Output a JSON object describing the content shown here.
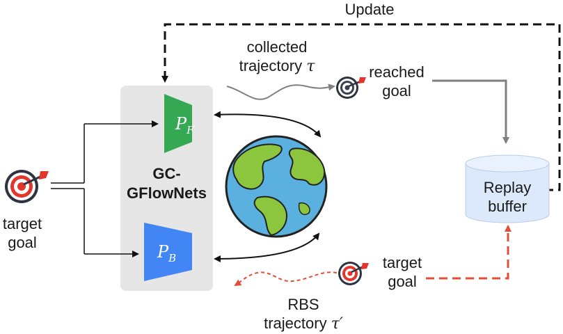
{
  "labels": {
    "update": "Update",
    "collected_line1": "collected",
    "collected_line2": "trajectory",
    "collected_symbol": "τ",
    "reached_line1": "reached",
    "reached_line2": "goal",
    "target_left_line1": "target",
    "target_left_line2": "goal",
    "target_right_line1": "target",
    "target_right_line2": "goal",
    "rbs_line1": "RBS",
    "rbs_line2": "trajectory",
    "rbs_symbol": "τ′"
  },
  "gcgflownets": {
    "line1": "GC-",
    "line2": "GFlowNets",
    "forward_symbol": "P",
    "forward_sub": "F",
    "backward_symbol": "P",
    "backward_sub": "B"
  },
  "replay_buffer": {
    "line1": "Replay",
    "line2": "buffer"
  },
  "icons": [
    "target-icon",
    "earth-icon",
    "replay-buffer-icon"
  ],
  "colors": {
    "forward_policy": "#34a853",
    "backward_policy": "#4285f4",
    "panel": "#e6e6e6",
    "buffer_fill": "#dce9fb",
    "rbs_arrow": "#e04e39",
    "trajectory": "#808080",
    "update_arrow": "#111111"
  }
}
